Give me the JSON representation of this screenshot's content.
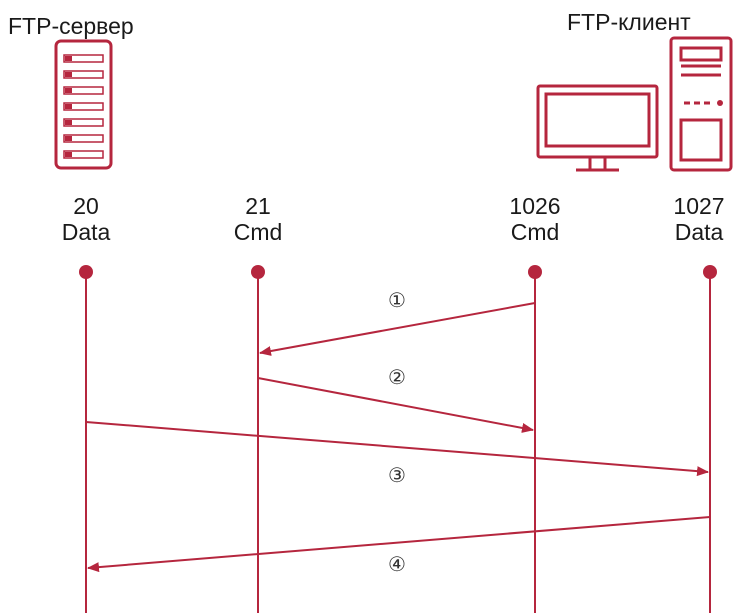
{
  "colors": {
    "accent": "#b5263e",
    "text": "#1a1a1a"
  },
  "server": {
    "title": "FTP-сервер",
    "icon": "server-rack-icon"
  },
  "client": {
    "title": "FTP-клиент",
    "icon": "desktop-computer-icon"
  },
  "ports": [
    {
      "number": "20",
      "role": "Data"
    },
    {
      "number": "21",
      "role": "Cmd"
    },
    {
      "number": "1026",
      "role": "Cmd"
    },
    {
      "number": "1027",
      "role": "Data"
    }
  ],
  "steps": [
    {
      "label": "①",
      "from_port": 2,
      "to_port": 1
    },
    {
      "label": "②",
      "from_port": 1,
      "to_port": 2
    },
    {
      "label": "③",
      "from_port": 0,
      "to_port": 3
    },
    {
      "label": "④",
      "from_port": 3,
      "to_port": 0
    }
  ]
}
